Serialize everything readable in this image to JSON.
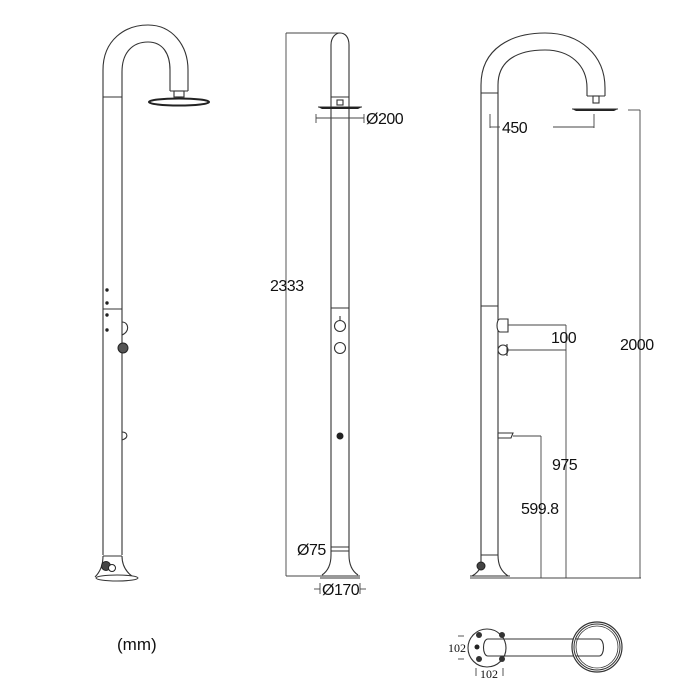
{
  "drawing": {
    "subject": "Outdoor shower column technical drawing",
    "units_label": "(mm)",
    "views": [
      {
        "name": "side-view-left",
        "description": "Side elevation with curved head and controls"
      },
      {
        "name": "front-view",
        "description": "Front elevation with overall height"
      },
      {
        "name": "side-view-dimensioned",
        "description": "Side elevation with heights"
      },
      {
        "name": "top-view",
        "description": "Plan view with base plate"
      }
    ]
  },
  "dimensions": {
    "shower_head_diameter": "Ø200",
    "overall_height": "2333",
    "pipe_diameter": "Ø75",
    "base_diameter": "Ø170",
    "head_reach": "450",
    "head_height": "2000",
    "valve_offset": "100",
    "valve_height": "975",
    "foot_tap_height": "599.8",
    "base_plate_width": "102",
    "base_plate_depth": "102"
  }
}
